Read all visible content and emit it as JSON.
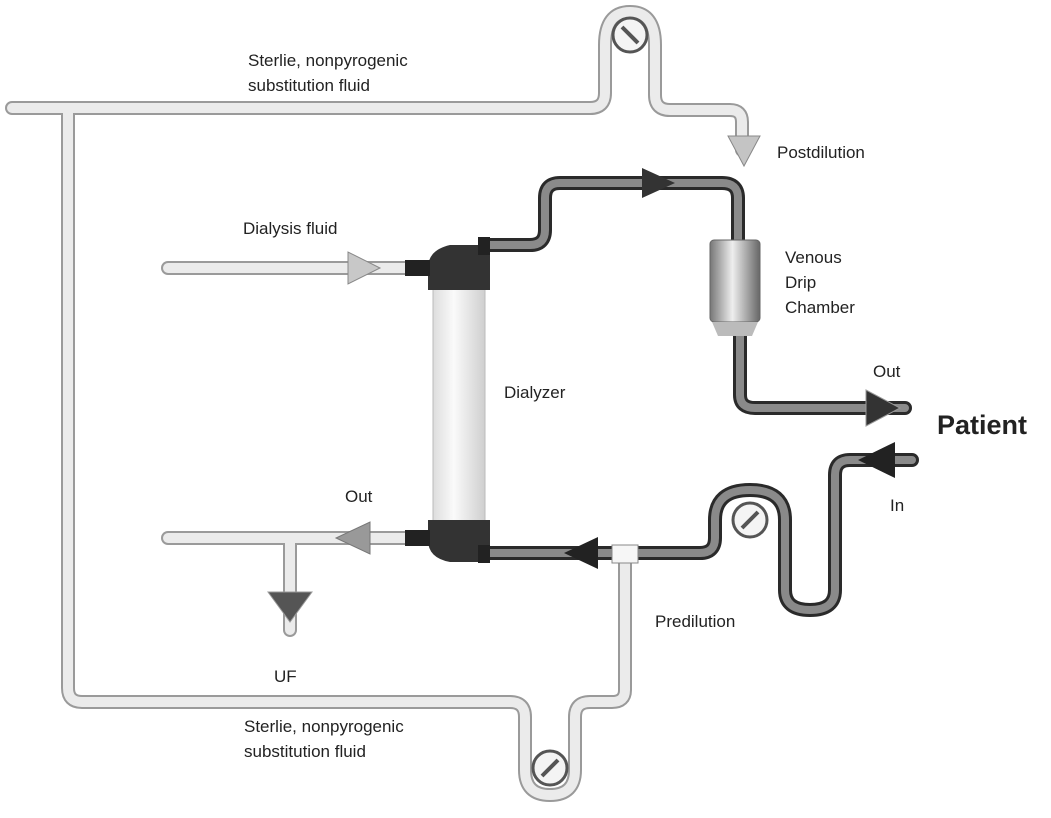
{
  "labels": {
    "top_substitution": [
      "Sterlie, nonpyrogenic",
      "substitution fluid"
    ],
    "bottom_substitution": [
      "Sterlie, nonpyrogenic",
      "substitution fluid"
    ],
    "postdilution": "Postdilution",
    "dialysis_fluid": "Dialysis fluid",
    "venous_drip_chamber": [
      "Venous",
      "Drip",
      "Chamber"
    ],
    "dialyzer": "Dialyzer",
    "out_venous": "Out",
    "patient": "Patient",
    "in_arterial": "In",
    "out_dialysate": "Out",
    "predilution": "Predilution",
    "uf": "UF"
  },
  "colors": {
    "light_tube": "#e2e2e2",
    "light_tube_edge": "#9a9a9a",
    "dark_tube": "#555555",
    "arrow_dark": "#333333",
    "arrow_light": "#b8b8b8"
  }
}
